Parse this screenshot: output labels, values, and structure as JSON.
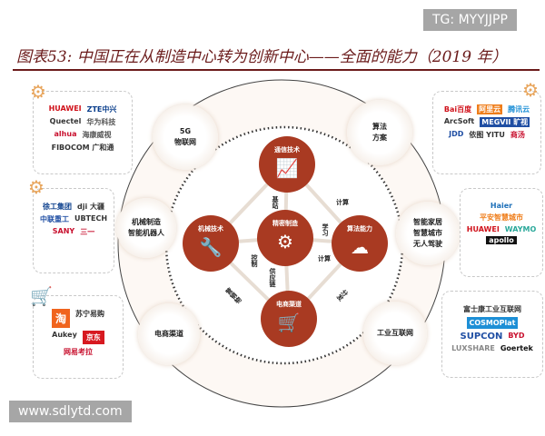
{
  "watermark_top": "TG: MYYJJPP",
  "watermark_bottom": "www.sdlytd.com",
  "title": "图表53: 中国正在从制造中心转为创新中心——全面的能力（2019 年）",
  "core": [
    {
      "label": "通信技术",
      "icon": "chart-up-icon"
    },
    {
      "label": "精密制造",
      "icon": "gear-icon"
    },
    {
      "label": "机械技术",
      "icon": "wrench-icon"
    },
    {
      "label": "算法能力",
      "icon": "cloud-upload-icon"
    },
    {
      "label": "电商渠道",
      "icon": "cart-icon"
    }
  ],
  "edges": {
    "jizhan": "基站",
    "xuexi": "学习",
    "jisuan1": "计算",
    "jisuan2": "计算",
    "kongzhi": "控制",
    "gongyinglian": "供应链",
    "wuliu": "营销物",
    "fenfa": "分发"
  },
  "satellites": {
    "s5g": "5G\n物联网",
    "algo": "算法\n方案",
    "mech": "机械制造\n智能机器人",
    "smart": "智能家居\n智慧城市\n无人驾驶",
    "ecom": "电商渠道",
    "iiot": "工业互联网"
  },
  "logos": {
    "telecom": [
      "HUAWEI",
      "ZTE中兴",
      "Quectel",
      "华为科技",
      "alhua",
      "海康威视",
      "FIBOCOM 广和通"
    ],
    "machinery": [
      "徐工集团",
      "dji 大疆",
      "中联重工",
      "UBTECH",
      "SANY",
      "三一"
    ],
    "ecommerce": [
      "淘",
      "苏宁易购",
      "Aukey",
      "京东",
      "网易考拉"
    ],
    "algorithm": [
      "Bai百度",
      "阿里云",
      "腾讯云",
      "ArcSoft",
      "MEGVII 旷视",
      "JDD",
      "依图 YITU",
      "商汤"
    ],
    "smartcity": [
      "Haier",
      "平安智慧城市",
      "HUAWEI",
      "WAYMO",
      "apollo"
    ],
    "industrial": [
      "富士康工业互联网",
      "COSMOPlat",
      "SUPCON",
      "BYD",
      "LUXSHARE",
      "Goertek"
    ]
  }
}
